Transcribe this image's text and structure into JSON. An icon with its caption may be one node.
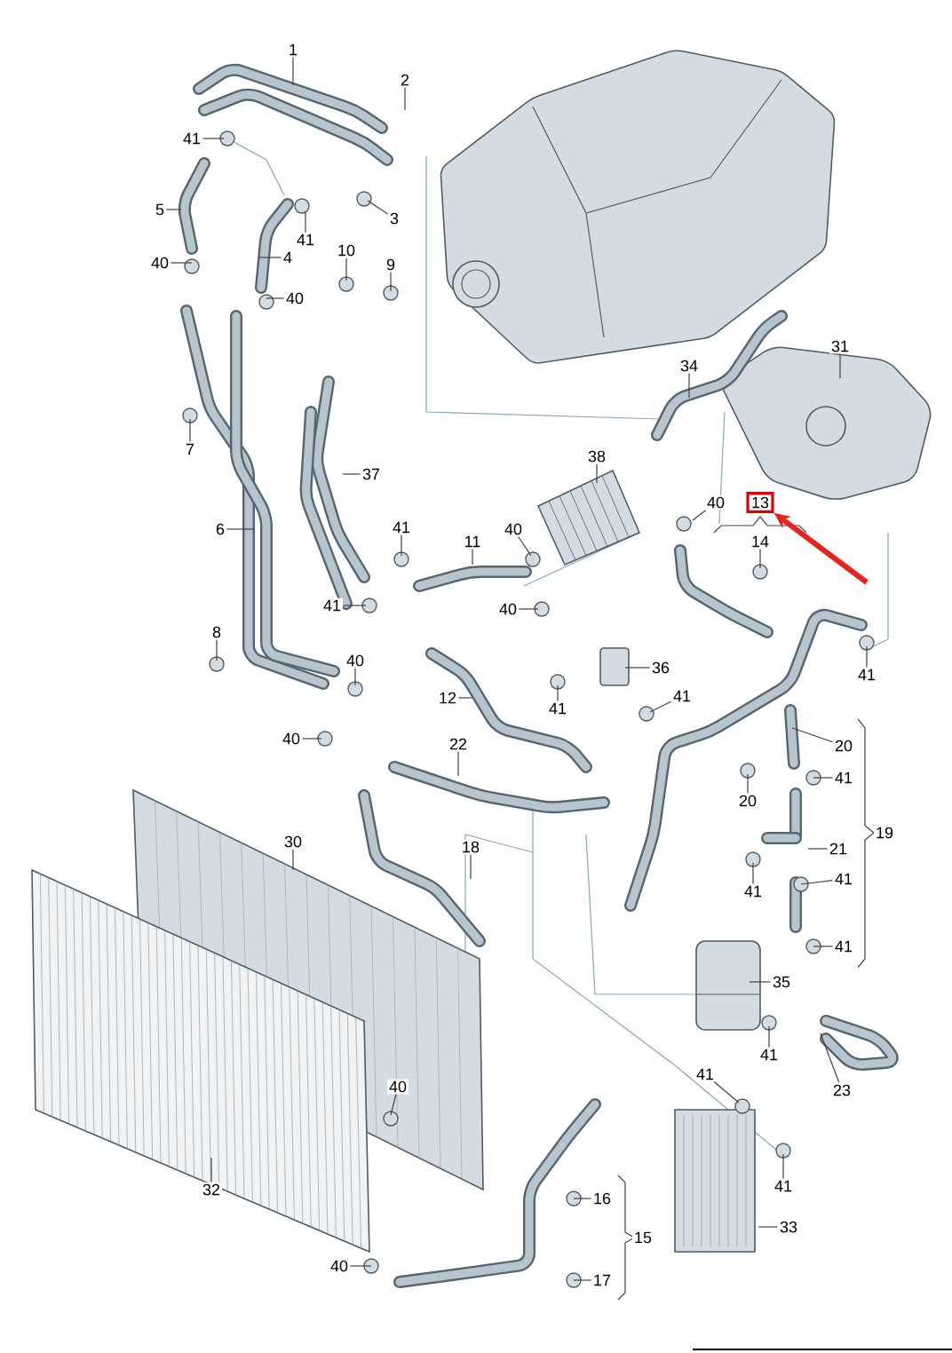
{
  "diagram": {
    "nodes": [
      {
        "text": [
          "1"
        ]
      },
      {
        "text": [
          "2"
        ]
      },
      {
        "text": [
          "41"
        ]
      },
      {
        "text": [
          "3"
        ]
      },
      {
        "text": [
          "5"
        ]
      },
      {
        "text": [
          "41"
        ]
      },
      {
        "text": [
          "10"
        ]
      },
      {
        "text": [
          "9"
        ]
      },
      {
        "text": [
          "40"
        ]
      },
      {
        "text": [
          "4"
        ]
      },
      {
        "text": [
          "40"
        ]
      },
      {
        "text": [
          "34"
        ]
      },
      {
        "text": [
          "31"
        ]
      },
      {
        "text": [
          "7"
        ]
      },
      {
        "text": [
          "38"
        ]
      },
      {
        "text": [
          "37"
        ]
      },
      {
        "text": [
          "13"
        ]
      },
      {
        "text": [
          "40"
        ]
      },
      {
        "text": [
          "6"
        ]
      },
      {
        "text": [
          "41"
        ]
      },
      {
        "text": [
          "40"
        ]
      },
      {
        "text": [
          "11"
        ]
      },
      {
        "text": [
          "14"
        ]
      },
      {
        "text": [
          "41"
        ]
      },
      {
        "text": [
          "40"
        ]
      },
      {
        "text": [
          "8"
        ]
      },
      {
        "text": [
          "40"
        ]
      },
      {
        "text": [
          "36"
        ]
      },
      {
        "text": [
          "41"
        ]
      },
      {
        "text": [
          "12"
        ]
      },
      {
        "text": [
          "41"
        ]
      },
      {
        "text": [
          "41"
        ]
      },
      {
        "text": [
          "40"
        ]
      },
      {
        "text": [
          "22"
        ]
      },
      {
        "text": [
          "20"
        ]
      },
      {
        "text": [
          "41"
        ]
      },
      {
        "text": [
          "20"
        ]
      },
      {
        "text": [
          "30"
        ]
      },
      {
        "text": [
          "18"
        ]
      },
      {
        "text": [
          "21"
        ]
      },
      {
        "text": [
          "19"
        ]
      },
      {
        "text": [
          "41"
        ]
      },
      {
        "text": [
          "41"
        ]
      },
      {
        "text": [
          "41"
        ]
      },
      {
        "text": [
          "35"
        ]
      },
      {
        "text": [
          "41"
        ]
      },
      {
        "text": [
          "41"
        ]
      },
      {
        "text": [
          "40"
        ]
      },
      {
        "text": [
          "23"
        ]
      },
      {
        "text": [
          "41"
        ]
      },
      {
        "text": [
          "32"
        ]
      },
      {
        "text": [
          "16"
        ]
      },
      {
        "text": [
          "33"
        ]
      },
      {
        "text": [
          "15"
        ]
      },
      {
        "text": [
          "40"
        ]
      },
      {
        "text": [
          "17"
        ]
      }
    ],
    "edges": [
      {
        "from": 0,
        "to": null,
        "arrow": "none"
      },
      {
        "from": 1,
        "to": null,
        "arrow": "none"
      },
      {
        "from": 2,
        "to": null,
        "arrow": "none"
      },
      {
        "from": 3,
        "to": null,
        "arrow": "none"
      },
      {
        "from": 4,
        "to": null,
        "arrow": "none"
      },
      {
        "from": 5,
        "to": null,
        "arrow": "none"
      },
      {
        "from": 6,
        "to": null,
        "arrow": "none"
      },
      {
        "from": 7,
        "to": null,
        "arrow": "none"
      },
      {
        "from": 8,
        "to": null,
        "arrow": "none"
      },
      {
        "from": 9,
        "to": null,
        "arrow": "none"
      },
      {
        "from": 10,
        "to": null,
        "arrow": "none"
      },
      {
        "from": 11,
        "to": null,
        "arrow": "none"
      },
      {
        "from": 12,
        "to": null,
        "arrow": "none"
      },
      {
        "from": 13,
        "to": null,
        "arrow": "none"
      },
      {
        "from": 14,
        "to": null,
        "arrow": "none"
      },
      {
        "from": 15,
        "to": null,
        "arrow": "none"
      },
      {
        "from": null,
        "to": 16,
        "arrow": "to",
        "style": "thick",
        "color": "#e8231e"
      },
      {
        "from": 17,
        "to": null,
        "arrow": "none"
      },
      {
        "from": 18,
        "to": null,
        "arrow": "none"
      },
      {
        "from": 19,
        "to": null,
        "arrow": "none"
      },
      {
        "from": 20,
        "to": null,
        "arrow": "none"
      },
      {
        "from": 21,
        "to": null,
        "arrow": "none"
      },
      {
        "from": 22,
        "to": null,
        "arrow": "none"
      },
      {
        "from": 23,
        "to": null,
        "arrow": "none"
      },
      {
        "from": 24,
        "to": null,
        "arrow": "none"
      },
      {
        "from": 25,
        "to": null,
        "arrow": "none"
      },
      {
        "from": 26,
        "to": null,
        "arrow": "none"
      },
      {
        "from": 27,
        "to": null,
        "arrow": "none"
      },
      {
        "from": 28,
        "to": null,
        "arrow": "none"
      },
      {
        "from": 29,
        "to": null,
        "arrow": "none"
      },
      {
        "from": 30,
        "to": null,
        "arrow": "none"
      },
      {
        "from": 31,
        "to": null,
        "arrow": "none"
      },
      {
        "from": 32,
        "to": null,
        "arrow": "none"
      },
      {
        "from": 33,
        "to": null,
        "arrow": "none"
      },
      {
        "from": 34,
        "to": null,
        "arrow": "none"
      },
      {
        "from": 35,
        "to": null,
        "arrow": "none"
      },
      {
        "from": 36,
        "to": null,
        "arrow": "none"
      },
      {
        "from": 37,
        "to": null,
        "arrow": "none"
      },
      {
        "from": 38,
        "to": null,
        "arrow": "none"
      },
      {
        "from": 39,
        "to": null,
        "arrow": "none"
      },
      {
        "from": 41,
        "to": null,
        "arrow": "none"
      },
      {
        "from": 42,
        "to": null,
        "arrow": "none"
      },
      {
        "from": 43,
        "to": null,
        "arrow": "none"
      },
      {
        "from": 44,
        "to": null,
        "arrow": "none"
      },
      {
        "from": 45,
        "to": null,
        "arrow": "none"
      },
      {
        "from": 46,
        "to": null,
        "arrow": "none"
      },
      {
        "from": 47,
        "to": null,
        "arrow": "none"
      },
      {
        "from": 48,
        "to": null,
        "arrow": "none"
      },
      {
        "from": 49,
        "to": null,
        "arrow": "none"
      },
      {
        "from": 50,
        "to": null,
        "arrow": "none"
      },
      {
        "from": 51,
        "to": null,
        "arrow": "none"
      },
      {
        "from": 52,
        "to": null,
        "arrow": "none"
      },
      {
        "from": 54,
        "to": null,
        "arrow": "none"
      },
      {
        "from": 55,
        "to": null,
        "arrow": "none"
      }
    ]
  }
}
